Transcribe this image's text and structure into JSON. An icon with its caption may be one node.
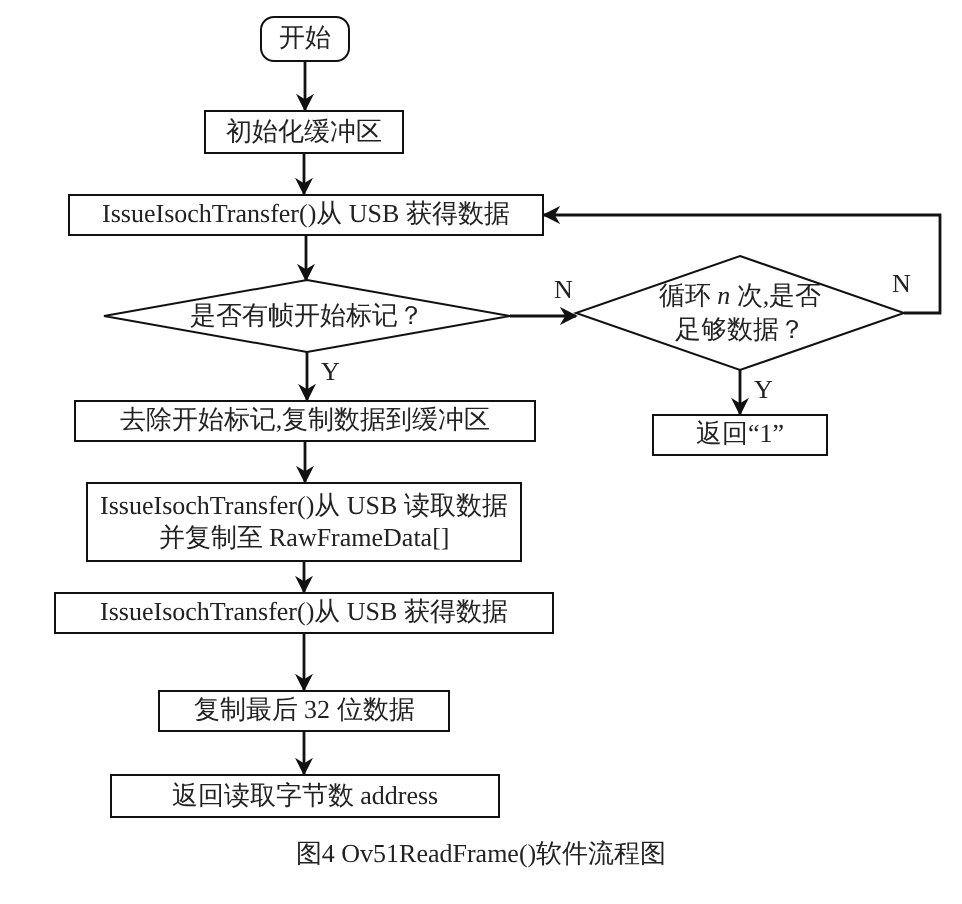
{
  "diagram": {
    "caption": "图4 Ov51ReadFrame()软件流程图",
    "nodes": [
      {
        "text": [
          "开始"
        ]
      },
      {
        "text": [
          "初始化缓冲区"
        ]
      },
      {
        "text": [
          "IssueIsochTransfer()从 USB 获得数据"
        ]
      },
      {
        "text": [
          "是否有帧开始标记？"
        ]
      },
      {
        "text": [
          "循环 *n* 次,是否足够数据？"
        ]
      },
      {
        "text": [
          "去除开始标记,复制数据到缓冲区"
        ]
      },
      {
        "text": [
          "返回“1”"
        ]
      },
      {
        "text": [
          "IssueIsochTransfer()从 USB 读取数据并复制至 RawFrameData[]"
        ]
      },
      {
        "text": [
          "IssueIsochTransfer()从 USB 获得数据"
        ]
      },
      {
        "text": [
          "复制最后 32 位数据"
        ]
      },
      {
        "text": [
          "返回读取字节数 address"
        ]
      }
    ],
    "edges": [
      {
        "from": 0,
        "to": 1,
        "arrow": "to"
      },
      {
        "from": 1,
        "to": 2,
        "arrow": "to"
      },
      {
        "from": 2,
        "to": 3,
        "arrow": "to"
      },
      {
        "from": 3,
        "to": 5,
        "arrow": "to",
        "label": "Y"
      },
      {
        "from": 3,
        "to": 4,
        "arrow": "to",
        "label": "N"
      },
      {
        "from": 4,
        "to": 2,
        "arrow": "to",
        "label": "N"
      },
      {
        "from": 4,
        "to": 6,
        "arrow": "to",
        "label": "Y"
      },
      {
        "from": 5,
        "to": 7,
        "arrow": "to"
      },
      {
        "from": 7,
        "to": 8,
        "arrow": "to"
      },
      {
        "from": 8,
        "to": 9,
        "arrow": "to"
      },
      {
        "from": 9,
        "to": 10,
        "arrow": "to"
      }
    ]
  }
}
